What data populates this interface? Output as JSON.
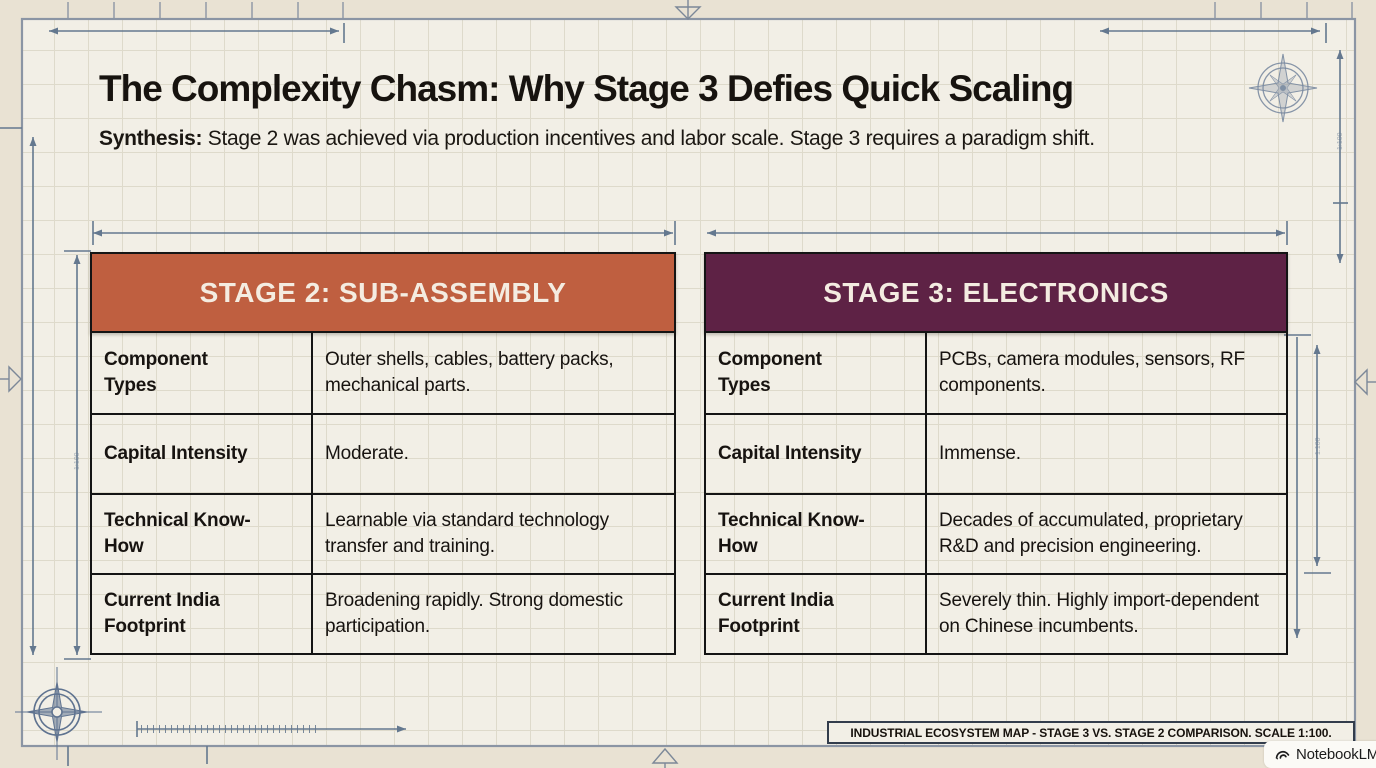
{
  "header": {
    "title": "The Complexity Chasm: Why Stage 3 Defies Quick Scaling",
    "synthesis_label": "Synthesis:",
    "synthesis_text": "Stage 2 was achieved via production incentives and labor scale. Stage 3 requires a paradigm shift."
  },
  "tables": [
    {
      "title": "STAGE 2: SUB-ASSEMBLY",
      "header_color": "#bf5f40",
      "rows": [
        {
          "label": "Component Types",
          "value": "Outer shells, cables, battery packs, mechanical parts."
        },
        {
          "label": "Capital Intensity",
          "value": "Moderate."
        },
        {
          "label": "Technical Know-How",
          "value": "Learnable via standard technology transfer and training."
        },
        {
          "label": "Current India Footprint",
          "value": "Broadening rapidly. Strong domestic participation."
        }
      ]
    },
    {
      "title": "STAGE 3: ELECTRONICS",
      "header_color": "#5e2245",
      "rows": [
        {
          "label": "Component Types",
          "value": "PCBs, camera modules, sensors, RF components."
        },
        {
          "label": "Capital Intensity",
          "value": "Immense."
        },
        {
          "label": "Technical Know-How",
          "value": "Decades of accumulated, proprietary R&D and precision engineering."
        },
        {
          "label": "Current India Footprint",
          "value": "Severely thin. Highly import-dependent on Chinese incumbents."
        }
      ]
    }
  ],
  "footer": {
    "title_block_text": "INDUSTRIAL ECOSYSTEM MAP - STAGE 3 VS. STAGE 2 COMPARISON. SCALE 1:100.",
    "brand": "NotebookLM"
  },
  "annotations": {
    "scale_note": "1:100"
  },
  "colors": {
    "stage2_header": "#bf5f40",
    "stage3_header": "#5e2245",
    "blueprint_ink": "#64788f",
    "paper": "#f2efe6",
    "table_border": "#141414"
  }
}
